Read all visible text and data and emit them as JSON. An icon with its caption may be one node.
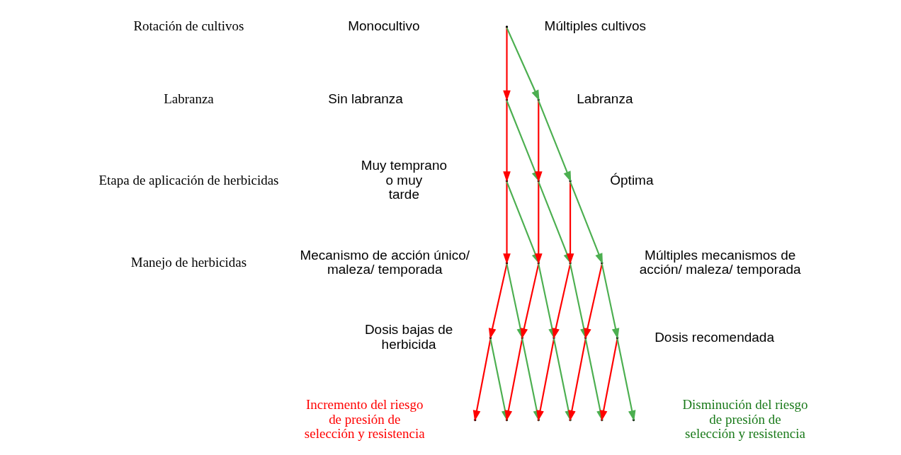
{
  "diagram": {
    "nodes": [
      {
        "text": [],
        "shape": "point"
      },
      {
        "text": [],
        "shape": "point"
      },
      {
        "text": [],
        "shape": "point"
      },
      {
        "text": [],
        "shape": "point"
      },
      {
        "text": [],
        "shape": "point"
      },
      {
        "text": [],
        "shape": "point"
      },
      {
        "text": [],
        "shape": "point"
      },
      {
        "text": [],
        "shape": "point"
      },
      {
        "text": [],
        "shape": "point"
      },
      {
        "text": [],
        "shape": "point"
      },
      {
        "text": [],
        "shape": "point"
      },
      {
        "text": [],
        "shape": "point"
      },
      {
        "text": [],
        "shape": "point"
      },
      {
        "text": [],
        "shape": "point"
      },
      {
        "text": [],
        "shape": "point"
      },
      {
        "text": [],
        "shape": "point"
      },
      {
        "text": [],
        "shape": "point"
      },
      {
        "text": [],
        "shape": "point"
      },
      {
        "text": [],
        "shape": "point"
      },
      {
        "text": [],
        "shape": "point"
      },
      {
        "text": [],
        "shape": "point"
      }
    ],
    "edges": [
      {
        "from": 0,
        "to": 1,
        "arrow": "to",
        "color": "#ff0000"
      },
      {
        "from": 0,
        "to": 2,
        "arrow": "to",
        "color": "#4caf50"
      },
      {
        "from": 1,
        "to": 3,
        "arrow": "to",
        "color": "#ff0000"
      },
      {
        "from": 1,
        "to": 4,
        "arrow": "to",
        "color": "#4caf50"
      },
      {
        "from": 2,
        "to": 4,
        "arrow": "to",
        "color": "#ff0000"
      },
      {
        "from": 2,
        "to": 5,
        "arrow": "to",
        "color": "#4caf50"
      },
      {
        "from": 3,
        "to": 6,
        "arrow": "to",
        "color": "#ff0000"
      },
      {
        "from": 3,
        "to": 7,
        "arrow": "to",
        "color": "#4caf50"
      },
      {
        "from": 4,
        "to": 7,
        "arrow": "to",
        "color": "#ff0000"
      },
      {
        "from": 4,
        "to": 8,
        "arrow": "to",
        "color": "#4caf50"
      },
      {
        "from": 5,
        "to": 8,
        "arrow": "to",
        "color": "#ff0000"
      },
      {
        "from": 5,
        "to": 9,
        "arrow": "to",
        "color": "#4caf50"
      },
      {
        "from": 6,
        "to": 10,
        "arrow": "to",
        "color": "#ff0000"
      },
      {
        "from": 6,
        "to": 11,
        "arrow": "to",
        "color": "#4caf50"
      },
      {
        "from": 7,
        "to": 11,
        "arrow": "to",
        "color": "#ff0000"
      },
      {
        "from": 7,
        "to": 12,
        "arrow": "to",
        "color": "#4caf50"
      },
      {
        "from": 8,
        "to": 12,
        "arrow": "to",
        "color": "#ff0000"
      },
      {
        "from": 8,
        "to": 13,
        "arrow": "to",
        "color": "#4caf50"
      },
      {
        "from": 9,
        "to": 13,
        "arrow": "to",
        "color": "#ff0000"
      },
      {
        "from": 9,
        "to": 14,
        "arrow": "to",
        "color": "#4caf50"
      },
      {
        "from": 10,
        "to": 15,
        "arrow": "to",
        "color": "#ff0000"
      },
      {
        "from": 10,
        "to": 16,
        "arrow": "to",
        "color": "#4caf50"
      },
      {
        "from": 11,
        "to": 16,
        "arrow": "to",
        "color": "#ff0000"
      },
      {
        "from": 11,
        "to": 17,
        "arrow": "to",
        "color": "#4caf50"
      },
      {
        "from": 12,
        "to": 17,
        "arrow": "to",
        "color": "#ff0000"
      },
      {
        "from": 12,
        "to": 18,
        "arrow": "to",
        "color": "#4caf50"
      },
      {
        "from": 13,
        "to": 18,
        "arrow": "to",
        "color": "#ff0000"
      },
      {
        "from": 13,
        "to": 19,
        "arrow": "to",
        "color": "#4caf50"
      },
      {
        "from": 14,
        "to": 19,
        "arrow": "to",
        "color": "#ff0000"
      },
      {
        "from": 14,
        "to": 20,
        "arrow": "to",
        "color": "#4caf50"
      }
    ],
    "labels": [
      "Rotación de cultivos",
      "Monocultivo",
      "Múltiples cultivos",
      "Labranza",
      "Sin labranza",
      "Labranza",
      "Etapa de aplicación de herbicidas",
      "Muy temprano o muy tarde",
      "Óptima",
      "Manejo de herbicidas",
      "Mecanismo de acción único/ maleza/ temporada",
      "Múltiples mecanismos de acción/ maleza/ temporada",
      "Dosis bajas de herbicida",
      "Dosis recomendada",
      "Incremento del riesgo de presión de selección y resistencia",
      "Disminución del riesgo de presión de selección y resistencia"
    ]
  }
}
